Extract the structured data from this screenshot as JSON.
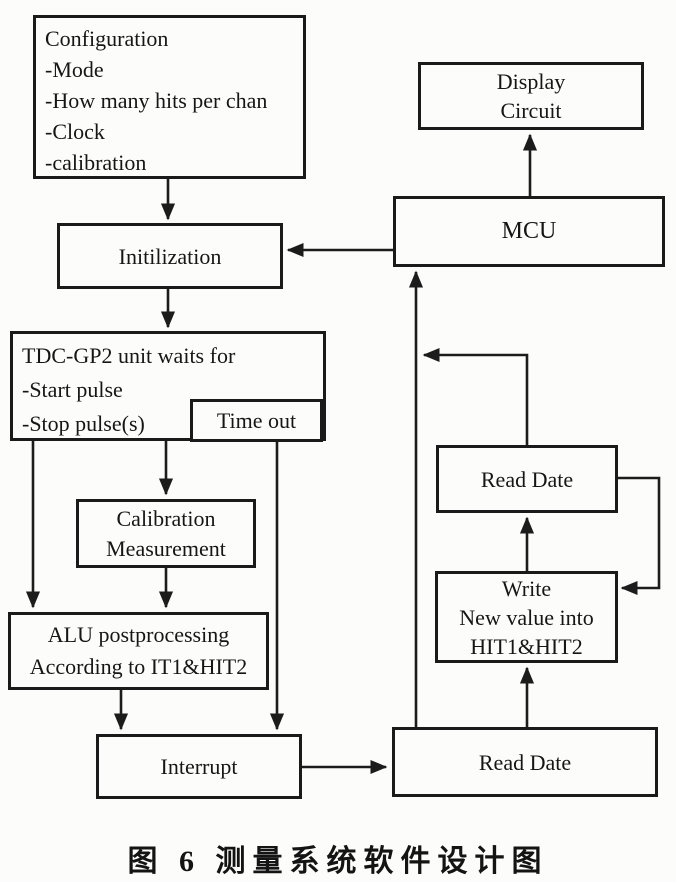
{
  "figure": {
    "caption": "图 6  测量系统软件设计图"
  },
  "colors": {
    "background": "#fcfcfa",
    "line": "#1c1c1c",
    "text": "#161616"
  },
  "nodes": {
    "configuration": {
      "line1": "Configuration",
      "line2": "-Mode",
      "line3": "-How many hits per chan",
      "line4": "-Clock",
      "line5": "-calibration"
    },
    "initialization": {
      "label": "Initilization"
    },
    "tdc_wait": {
      "line1": "TDC-GP2 unit waits for",
      "line2": "-Start pulse",
      "line3": "-Stop pulse(s)"
    },
    "timeout": {
      "label": "Time out"
    },
    "calibration_measurement": {
      "line1": "Calibration",
      "line2": "Measurement"
    },
    "alu_postprocessing": {
      "line1": "ALU postprocessing",
      "line2": "According to IT1&HIT2"
    },
    "interrupt": {
      "label": "Interrupt"
    },
    "display_circuit": {
      "line1": "Display",
      "line2": "Circuit"
    },
    "mcu": {
      "label": "MCU"
    },
    "read_date_upper": {
      "label": "Read Date"
    },
    "write_hit": {
      "line1": "Write",
      "line2": "New value into",
      "line3": "HIT1&HIT2"
    },
    "read_date_lower": {
      "label": "Read Date"
    }
  },
  "edges": [
    {
      "from": "configuration",
      "to": "initialization"
    },
    {
      "from": "initialization",
      "to": "tdc_wait"
    },
    {
      "from": "tdc_wait",
      "to": "alu_postprocessing"
    },
    {
      "from": "tdc_wait",
      "to": "calibration_measurement"
    },
    {
      "from": "calibration_measurement",
      "to": "alu_postprocessing"
    },
    {
      "from": "timeout",
      "to": "interrupt"
    },
    {
      "from": "alu_postprocessing",
      "to": "interrupt"
    },
    {
      "from": "interrupt",
      "to": "read_date_lower"
    },
    {
      "from": "read_date_lower",
      "to": "mcu"
    },
    {
      "from": "read_date_lower",
      "to": "write_hit"
    },
    {
      "from": "write_hit",
      "to": "read_date_upper"
    },
    {
      "from": "read_date_upper",
      "to": "mcu"
    },
    {
      "from": "read_date_upper",
      "to": "write_hit"
    },
    {
      "from": "mcu",
      "to": "display_circuit"
    },
    {
      "from": "mcu",
      "to": "initialization"
    }
  ]
}
